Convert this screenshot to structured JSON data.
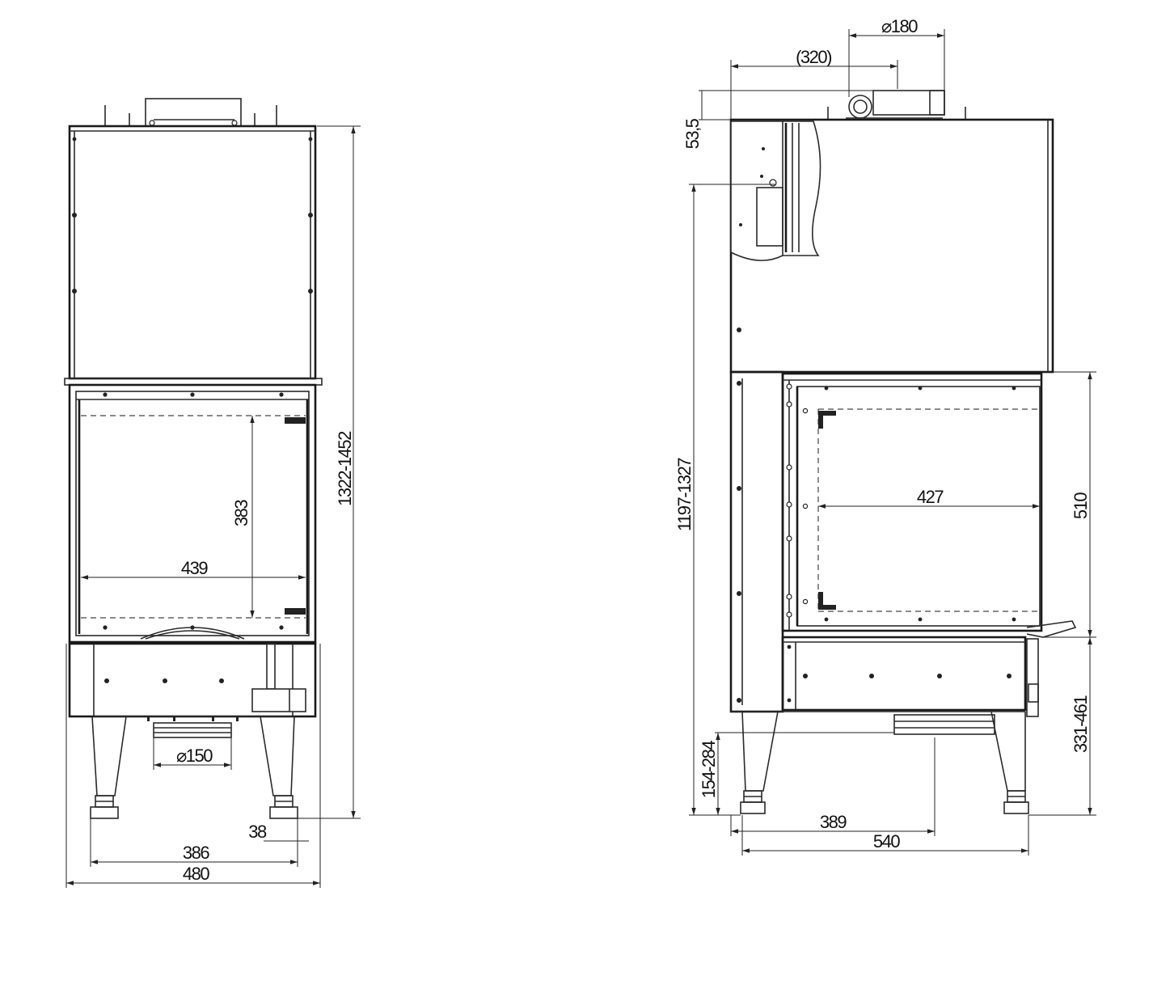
{
  "front_view": {
    "dims": {
      "height_total": "1322-1452",
      "window_height": "383",
      "window_width": "439",
      "flue_diameter": "⌀150",
      "leg_offset": "38",
      "leg_spacing": "386",
      "overall_width": "480"
    }
  },
  "side_view": {
    "dims": {
      "flue_diameter": "⌀180",
      "flue_offset": "(320)",
      "top_offset": "53,5",
      "height_total": "1197-1327",
      "window_width": "427",
      "window_height": "510",
      "base_height": "331-461",
      "leg_height": "154-284",
      "leg_offset": "389",
      "overall_depth": "540"
    }
  },
  "colors": {
    "line": "#2a2a2a",
    "background": "#ffffff"
  }
}
